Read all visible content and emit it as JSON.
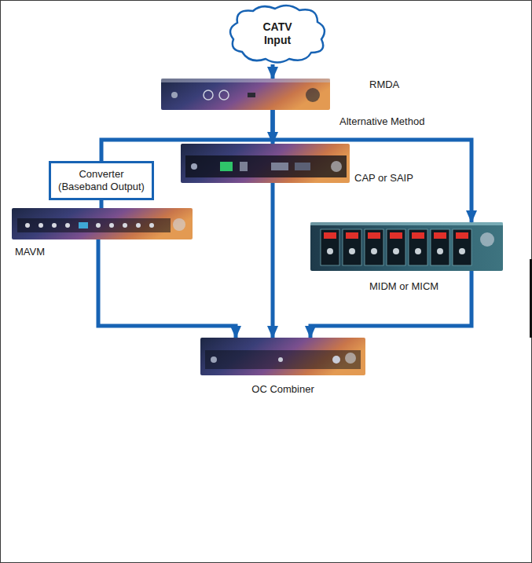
{
  "diagram": {
    "nodes": [
      {
        "text": [
          "CATV Input"
        ]
      },
      {
        "text": [
          "RMDA"
        ]
      },
      {
        "text": [
          "Converter (Baseband Output)"
        ]
      },
      {
        "text": [
          "CAP or SAIP"
        ]
      },
      {
        "text": [
          "MAVM"
        ]
      },
      {
        "text": [
          "MIDM or MICM"
        ]
      },
      {
        "text": [
          "OC Combiner"
        ]
      }
    ],
    "edges": [
      {
        "from": 0,
        "to": 1,
        "arrow": "to"
      },
      {
        "from": 1,
        "to": 2,
        "arrow": "none"
      },
      {
        "from": 1,
        "to": 3,
        "arrow": "to"
      },
      {
        "from": 1,
        "to": 5,
        "arrow": "to"
      },
      {
        "from": 2,
        "to": 4,
        "arrow": "none"
      },
      {
        "from": 3,
        "to": 6,
        "arrow": "to"
      },
      {
        "from": 4,
        "to": 6,
        "arrow": "to"
      },
      {
        "from": 5,
        "to": 6,
        "arrow": "to"
      }
    ],
    "labels": [
      "Alternative Method"
    ]
  }
}
